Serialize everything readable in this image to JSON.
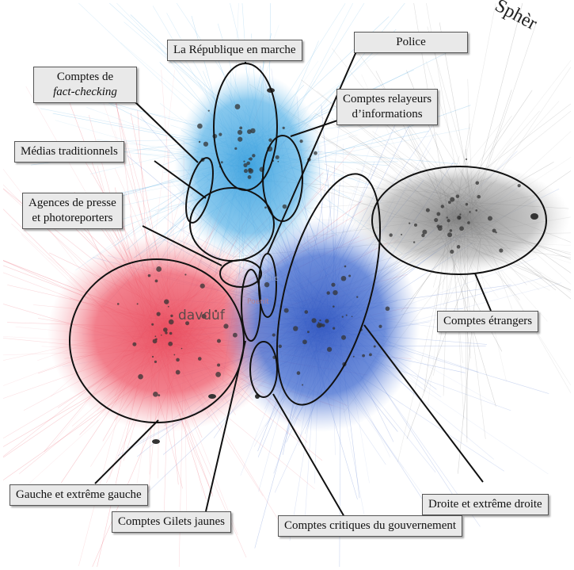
{
  "corner_text": "Sphèr",
  "node_labels": {
    "main": "davduf",
    "small1": "Idle",
    "small2": "Poenit"
  },
  "labels": {
    "lrem": "La République en marche",
    "police": "Police",
    "fact_line1": "Comptes de",
    "fact_line2": "fact-checking",
    "relayeurs_line1": "Comptes relayeurs",
    "relayeurs_line2": "d’informations",
    "medias": "Médias traditionnels",
    "agences_line1": "Agences de presse",
    "agences_line2": "et photoreporters",
    "etrangers": "Comptes étrangers",
    "gauche": "Gauche et extrême gauche",
    "droite": "Droite et extrême droite",
    "gilets": "Comptes Gilets jaunes",
    "critiques": "Comptes critiques du gouvernement"
  },
  "colors": {
    "left_cluster": "#e8485a",
    "right_cluster": "#3a64c8",
    "top_cluster": "#4aa8e0",
    "foreign_cluster": "#777777",
    "outline": "#111111"
  }
}
